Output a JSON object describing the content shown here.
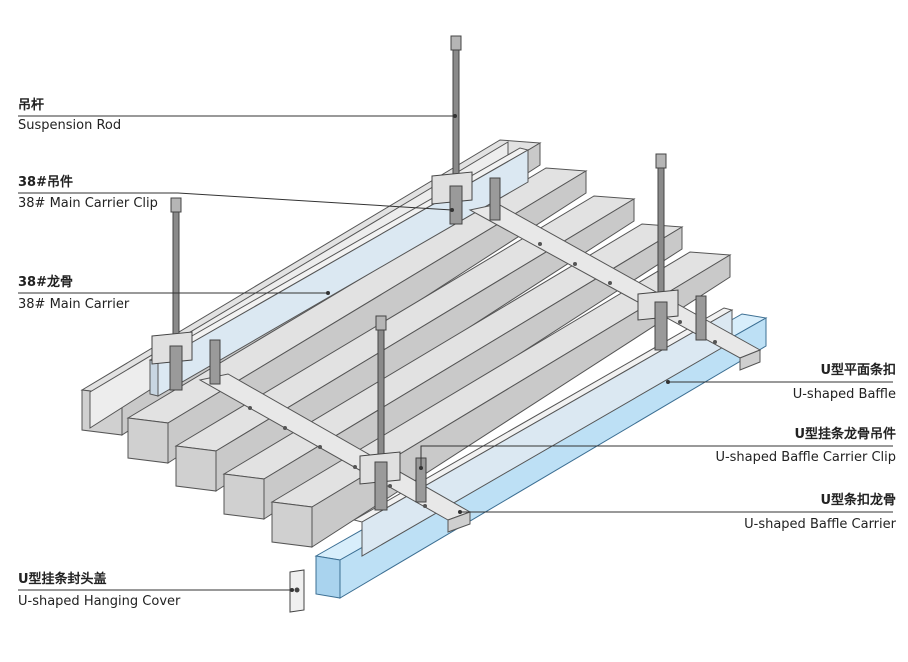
{
  "labels": {
    "suspension_rod": {
      "cn": "吊杆",
      "en": "Suspension Rod"
    },
    "main_carrier_clip": {
      "cn": "38#吊件",
      "en": "38# Main Carrier Clip"
    },
    "main_carrier": {
      "cn": "38#龙骨",
      "en": "38#  Main Carrier"
    },
    "u_baffle": {
      "cn": "U型平面条扣",
      "en": "U-shaped Baffle"
    },
    "u_baffle_clip": {
      "cn": "U型挂条龙骨吊件",
      "en": "U-shaped Baffle Carrier Clip"
    },
    "u_baffle_carrier": {
      "cn": "U型条扣龙骨",
      "en": "U-shaped Baffle Carrier"
    },
    "u_cover": {
      "cn": "U型挂条封头盖",
      "en": "U-shaped Hanging Cover"
    }
  },
  "colors": {
    "steel": "#dcdcdc",
    "steel_edge": "#555555",
    "baffle_blue": "#bde0f5",
    "leader": "#333333"
  }
}
